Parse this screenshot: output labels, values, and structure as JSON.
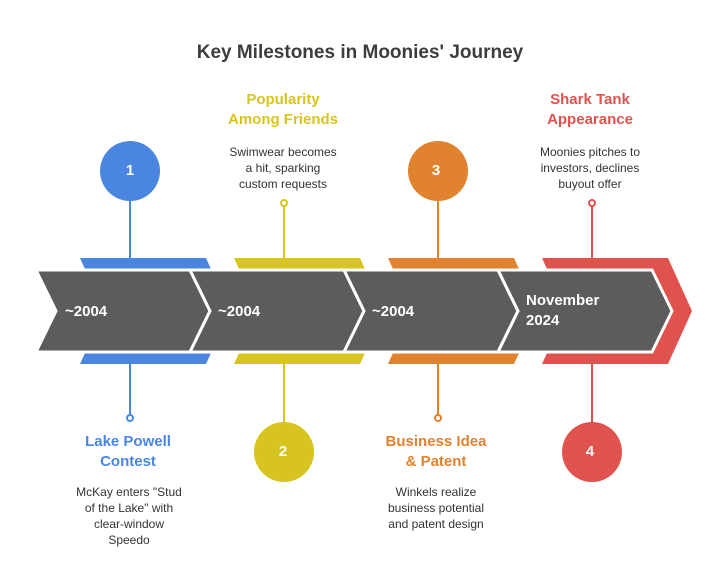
{
  "title": "Key Milestones in Moonies' Journey",
  "colors": {
    "arrow": "#5c5c5c",
    "blue": "#4a86e0",
    "yellow": "#d8c41e",
    "orange": "#e0822e",
    "red": "#e0524e",
    "title_text": "#3d3d3d",
    "body_text": "#333333"
  },
  "milestones": [
    {
      "number": "1",
      "date": "~2004",
      "title": "Lake Powell\nContest",
      "description": "McKay enters \"Stud\nof the Lake\" with\nclear-window\nSpeedo",
      "color": "#4a86e0"
    },
    {
      "number": "2",
      "date": "~2004",
      "title": "Popularity\nAmong Friends",
      "description": "Swimwear becomes\na hit, sparking\ncustom requests",
      "color": "#d8c41e"
    },
    {
      "number": "3",
      "date": "~2004",
      "title": "Business Idea\n& Patent",
      "description": "Winkels realize\nbusiness potential\nand patent design",
      "color": "#e0822e"
    },
    {
      "number": "4",
      "date": "November\n2024",
      "title": "Shark Tank\nAppearance",
      "description": "Moonies pitches to\ninvestors, declines\nbuyout offer",
      "color": "#e0524e"
    }
  ]
}
